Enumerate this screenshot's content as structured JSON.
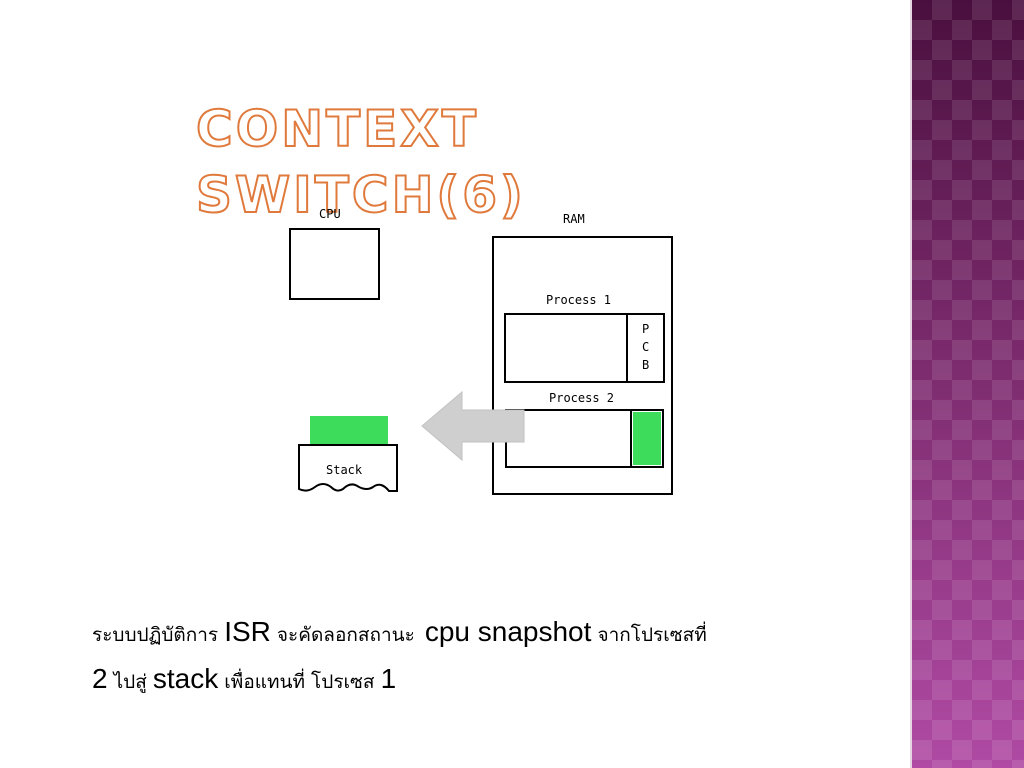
{
  "slide": {
    "title": "CONTEXT SWITCH(6)",
    "colors": {
      "title_outline": "#e07a3c",
      "accent_green": "#3ddc5a",
      "side_panel": "#7a2a6c",
      "arrow": "#cccccc"
    }
  },
  "diagram": {
    "cpu_label": "CPU",
    "ram_label": "RAM",
    "process1_label": "Process 1",
    "process2_label": "Process 2",
    "pcb_letters": [
      "P",
      "C",
      "B"
    ],
    "stack_label": "Stack"
  },
  "caption": {
    "line1_a": "ระบบปฏิบัติการ",
    "line1_b": "ISR",
    "line1_c": "จะคัดลอกสถานะ",
    "line1_d": "cpu  snapshot",
    "line1_e": "จากโปรเซสที่",
    "line2_a": "2",
    "line2_b": "ไปสู่",
    "line2_c": "stack",
    "line2_d": "เพื่อแทนที่ โปรเซส",
    "line2_e": "1"
  }
}
